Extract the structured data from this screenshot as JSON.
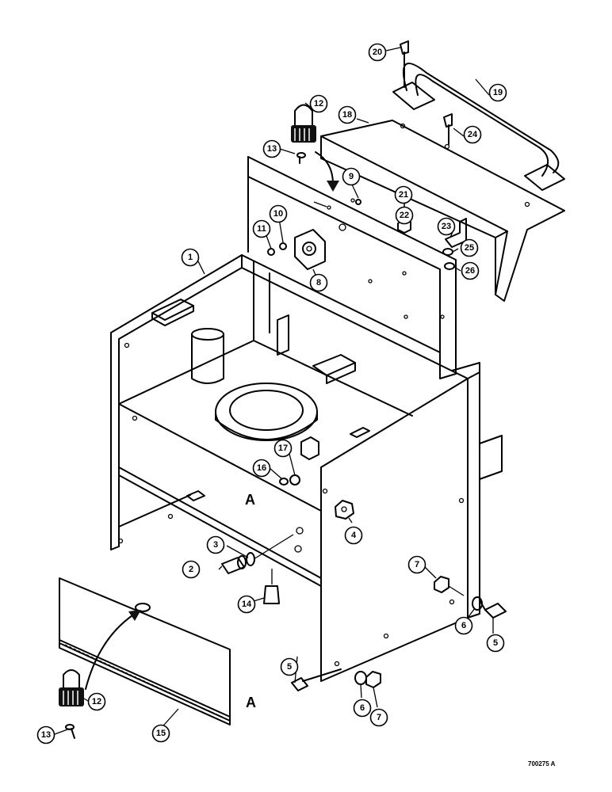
{
  "figure_code": "700275 A",
  "section_marker": "A",
  "callouts": [
    {
      "id": "c1",
      "label": "1"
    },
    {
      "id": "c2",
      "label": "2"
    },
    {
      "id": "c3",
      "label": "3"
    },
    {
      "id": "c4",
      "label": "4"
    },
    {
      "id": "c5a",
      "label": "5"
    },
    {
      "id": "c5b",
      "label": "5"
    },
    {
      "id": "c6a",
      "label": "6"
    },
    {
      "id": "c6b",
      "label": "6"
    },
    {
      "id": "c7a",
      "label": "7"
    },
    {
      "id": "c7b",
      "label": "7"
    },
    {
      "id": "c8",
      "label": "8"
    },
    {
      "id": "c9",
      "label": "9"
    },
    {
      "id": "c10",
      "label": "10"
    },
    {
      "id": "c11",
      "label": "11"
    },
    {
      "id": "c12a",
      "label": "12"
    },
    {
      "id": "c12b",
      "label": "12"
    },
    {
      "id": "c13a",
      "label": "13"
    },
    {
      "id": "c13b",
      "label": "13"
    },
    {
      "id": "c14",
      "label": "14"
    },
    {
      "id": "c15",
      "label": "15"
    },
    {
      "id": "c16",
      "label": "16"
    },
    {
      "id": "c17",
      "label": "17"
    },
    {
      "id": "c18",
      "label": "18"
    },
    {
      "id": "c19",
      "label": "19"
    },
    {
      "id": "c20",
      "label": "20"
    },
    {
      "id": "c21",
      "label": "21"
    },
    {
      "id": "c22",
      "label": "22"
    },
    {
      "id": "c23",
      "label": "23"
    },
    {
      "id": "c24",
      "label": "24"
    },
    {
      "id": "c25",
      "label": "25"
    },
    {
      "id": "c26",
      "label": "26"
    }
  ]
}
